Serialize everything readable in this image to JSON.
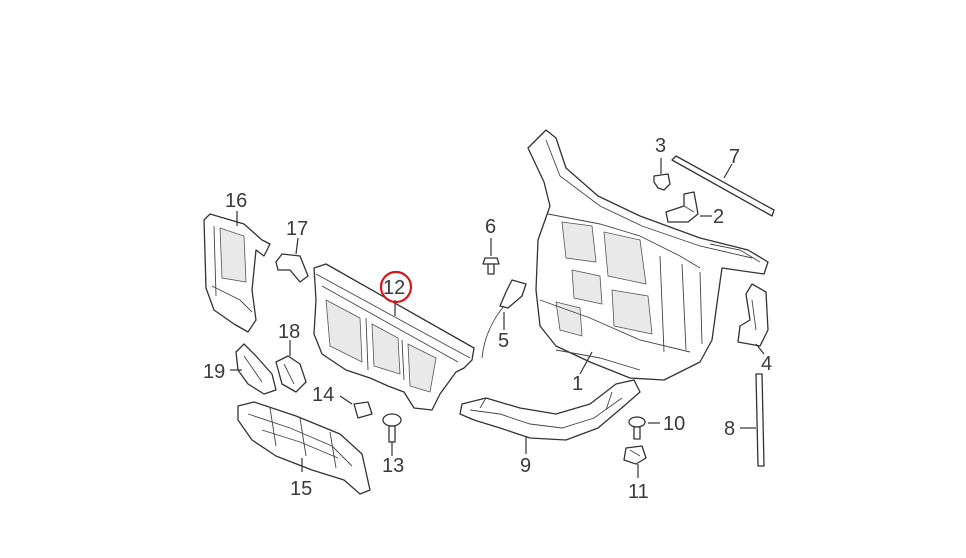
{
  "diagram": {
    "highlight_color": "#d01818",
    "callouts": [
      {
        "id": "1",
        "label": "1"
      },
      {
        "id": "2",
        "label": "2"
      },
      {
        "id": "3",
        "label": "3"
      },
      {
        "id": "4",
        "label": "4"
      },
      {
        "id": "5",
        "label": "5"
      },
      {
        "id": "6",
        "label": "6"
      },
      {
        "id": "7",
        "label": "7"
      },
      {
        "id": "8",
        "label": "8"
      },
      {
        "id": "9",
        "label": "9"
      },
      {
        "id": "10",
        "label": "10"
      },
      {
        "id": "11",
        "label": "11"
      },
      {
        "id": "12",
        "label": "12",
        "highlighted": true
      },
      {
        "id": "13",
        "label": "13"
      },
      {
        "id": "14",
        "label": "14"
      },
      {
        "id": "15",
        "label": "15"
      },
      {
        "id": "16",
        "label": "16"
      },
      {
        "id": "17",
        "label": "17"
      },
      {
        "id": "18",
        "label": "18"
      },
      {
        "id": "19",
        "label": "19"
      }
    ]
  }
}
